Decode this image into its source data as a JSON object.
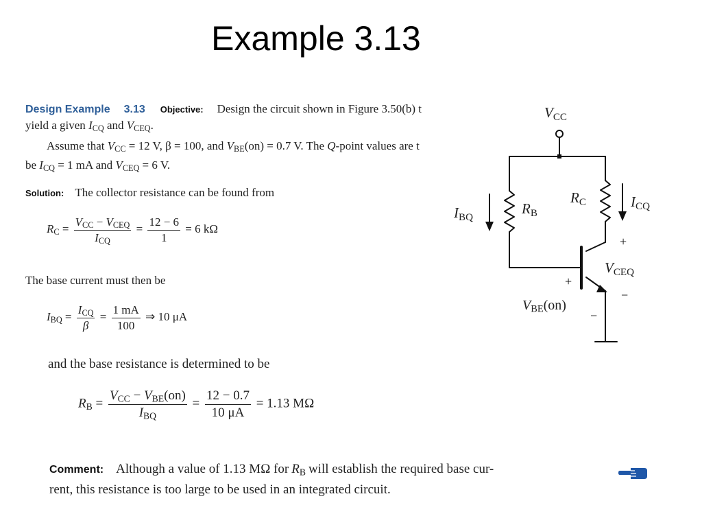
{
  "slide": {
    "title": "Example 3.13"
  },
  "design": {
    "heading": "Design Example",
    "number": "3.13",
    "objective_label": "Objective:",
    "objective_text_1": "Design the circuit shown in Figure 3.50(b) t",
    "objective_text_2_prefix": "yield a given",
    "objective_text_2_and": "and",
    "assume_prefix": "Assume that",
    "assume_vcc": "= 12 V, β = 100, and",
    "assume_vbe": "(on) = 0.7 V. The",
    "assume_q": "Q",
    "assume_suffix": "-point values are t",
    "be_prefix": "be",
    "be_icq": "= 1 mA and",
    "be_vceq": "= 6 V."
  },
  "solution": {
    "label": "Solution:",
    "text": "The collector resistance can be found from",
    "rc_numer_right": "12 − 6",
    "rc_denom_right": "1",
    "rc_result": "= 6 kΩ",
    "base_current_text": "The base current must then be",
    "ibq_numer_right": "1 mA",
    "ibq_denom_right": "100",
    "ibq_result": "⇒ 10 μA",
    "base_resistance_text": "and the base resistance is determined to be",
    "rb_numer_right": "12 − 0.7",
    "rb_denom_right": "10 μA",
    "rb_result": "= 1.13 MΩ"
  },
  "comment": {
    "label": "Comment:",
    "text_1a": "Although a value of 1.13 MΩ for",
    "text_1b": "will establish the required base cur-",
    "text_2": "rent, this resistance is too large to be used in an integrated circuit."
  },
  "circuit": {
    "vcc": "V",
    "vcc_sub": "CC",
    "rb": "R",
    "rb_sub": "B",
    "rc": "R",
    "rc_sub": "C",
    "ibq": "I",
    "ibq_sub": "BQ",
    "icq": "I",
    "icq_sub": "CQ",
    "vceq": "V",
    "vceq_sub": "CEQ",
    "vbe": "V",
    "vbe_sub": "BE",
    "vbe_on": "(on)",
    "plus": "+",
    "minus": "−"
  },
  "icons": {
    "pointer": "hand-pointer-icon",
    "pointer_color": "#1f57a8"
  }
}
